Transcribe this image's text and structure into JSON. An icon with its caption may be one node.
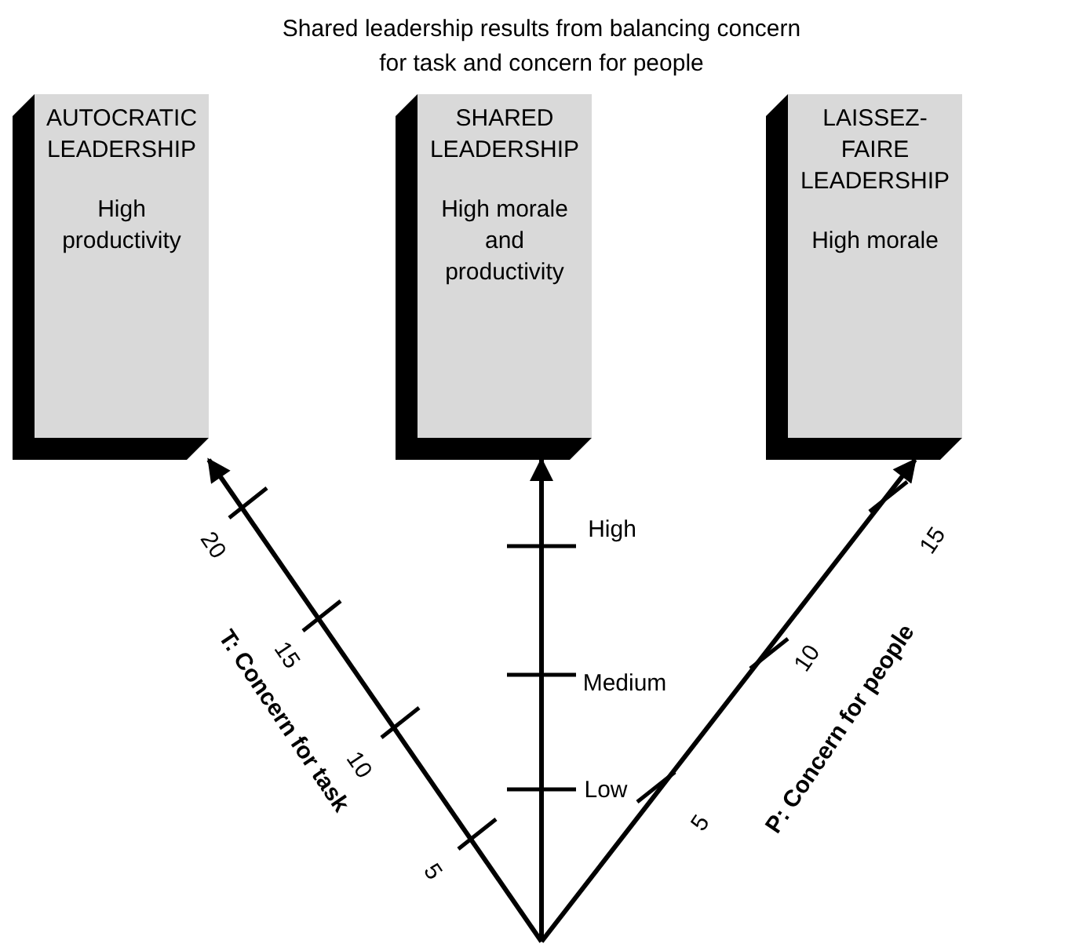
{
  "diagram": {
    "title": "Shared leadership results from balancing concern for task and concern for people",
    "nodes": [
      {
        "text": [
          "AUTOCRATIC LEADERSHIP",
          "High productivity"
        ]
      },
      {
        "text": [
          "SHARED LEADERSHIP",
          "High morale and productivity"
        ]
      },
      {
        "text": [
          "LAISSEZ-FAIRE LEADERSHIP",
          "High morale"
        ]
      }
    ],
    "edges": [
      {
        "from": null,
        "to": 0,
        "arrow": "to"
      },
      {
        "from": null,
        "to": 1,
        "arrow": "to"
      },
      {
        "from": null,
        "to": 2,
        "arrow": "to"
      }
    ],
    "labels": [
      "20",
      "15",
      "10",
      "5",
      "T: Concern for task",
      "High",
      "Medium",
      "Low",
      "15",
      "10",
      "5",
      "P: Concern for people"
    ]
  }
}
